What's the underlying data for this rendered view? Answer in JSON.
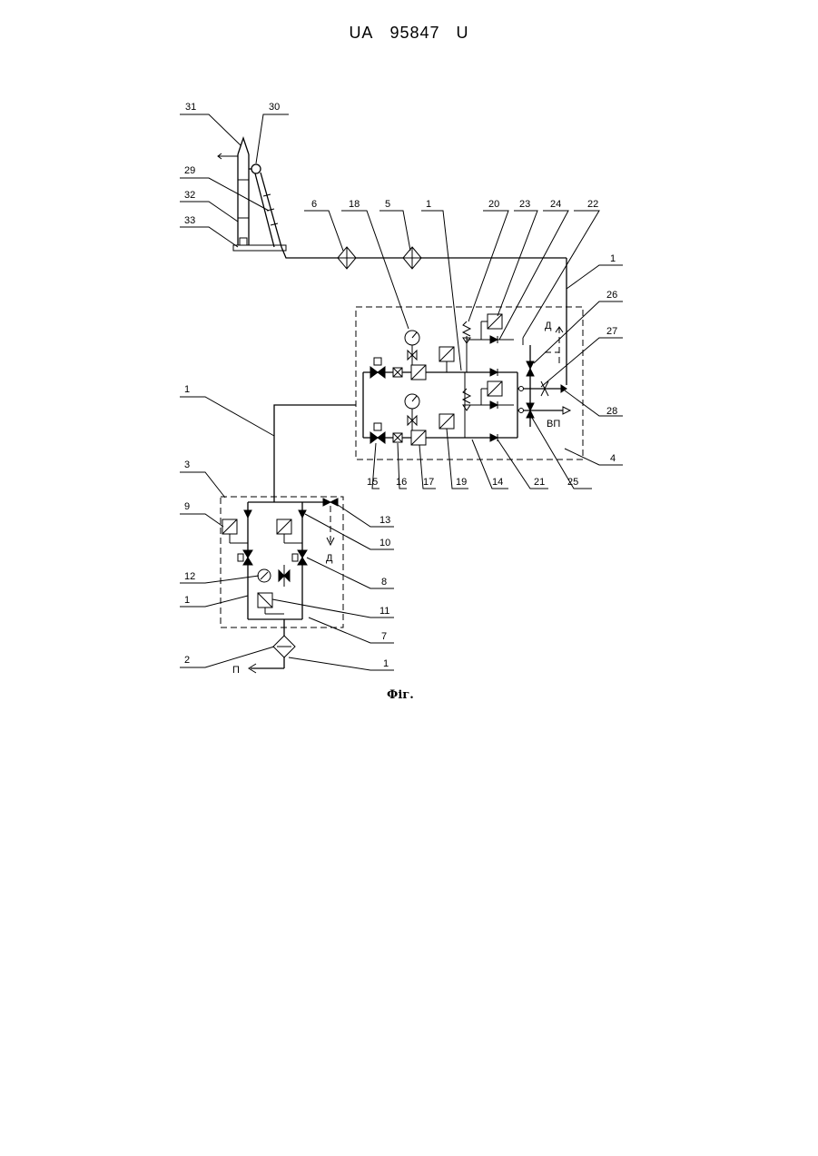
{
  "header": {
    "office": "UA",
    "number": "95847",
    "kind": "U"
  },
  "caption": "Фіг.",
  "callouts": [
    "31",
    "30",
    "29",
    "32",
    "33",
    "6",
    "18",
    "5",
    "1",
    "20",
    "23",
    "24",
    "22",
    "1",
    "26",
    "27",
    "28",
    "4",
    "1",
    "25",
    "21",
    "14",
    "19",
    "17",
    "16",
    "15",
    "3",
    "9",
    "13",
    "10",
    "12",
    "1",
    "8",
    "11",
    "7",
    "2",
    "1"
  ],
  "symbols": {
    "drain_upper": "Д",
    "vent_outlet": "ВП",
    "drain_lower": "Д",
    "supply_inlet": "П"
  }
}
